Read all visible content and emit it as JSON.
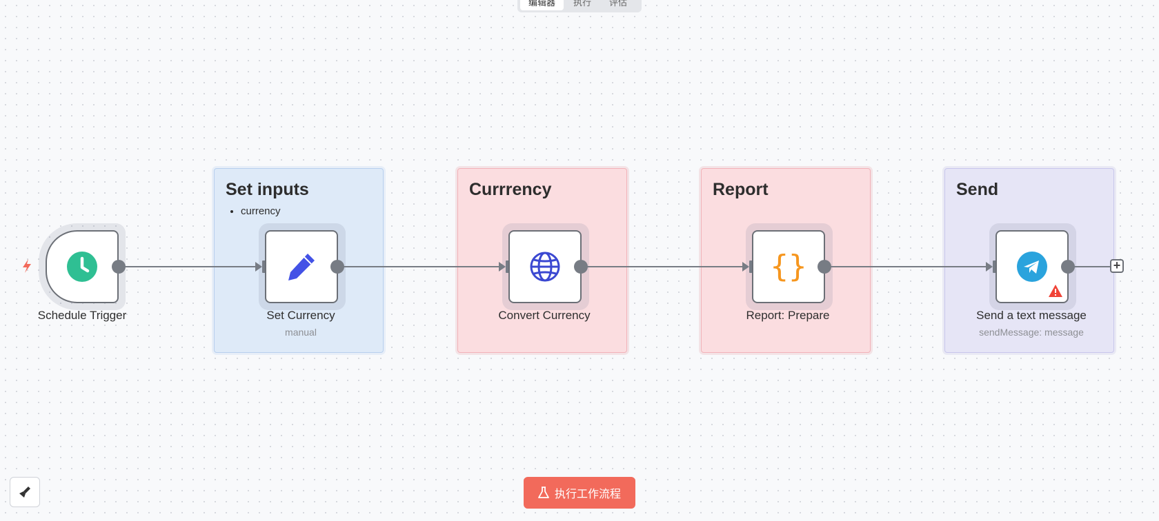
{
  "tabs": [
    {
      "label": "编辑器",
      "active": true
    },
    {
      "label": "执行",
      "active": false
    },
    {
      "label": "评估",
      "active": false
    }
  ],
  "sticky_notes": [
    {
      "title": "Set inputs",
      "bullets": [
        "currency"
      ],
      "color": "#deeaf8"
    },
    {
      "title": "Currrency",
      "color": "#fbdde0"
    },
    {
      "title": "Report",
      "color": "#fbdde0"
    },
    {
      "title": "Send",
      "color": "#e6e5f6"
    }
  ],
  "nodes": [
    {
      "label": "Schedule Trigger",
      "icon": "clock-icon"
    },
    {
      "label": "Set Currency",
      "subtitle": "manual",
      "icon": "pencil-icon"
    },
    {
      "label": "Convert Currency",
      "icon": "globe-icon"
    },
    {
      "label": "Report: Prepare",
      "icon": "code-braces-icon"
    },
    {
      "label": "Send a text message",
      "subtitle": "sendMessage: message",
      "icon": "telegram-icon",
      "warning": true
    }
  ],
  "colors": {
    "trigger": "#2fbf93",
    "set": "#4352e6",
    "http": "#3b48d1",
    "code": "#f6961e",
    "telegram": "#2aa3dd",
    "warning": "#f04438",
    "run_button": "#f26a5b"
  },
  "actions": {
    "run_workflow": "执行工作流程",
    "add_node": "+"
  }
}
